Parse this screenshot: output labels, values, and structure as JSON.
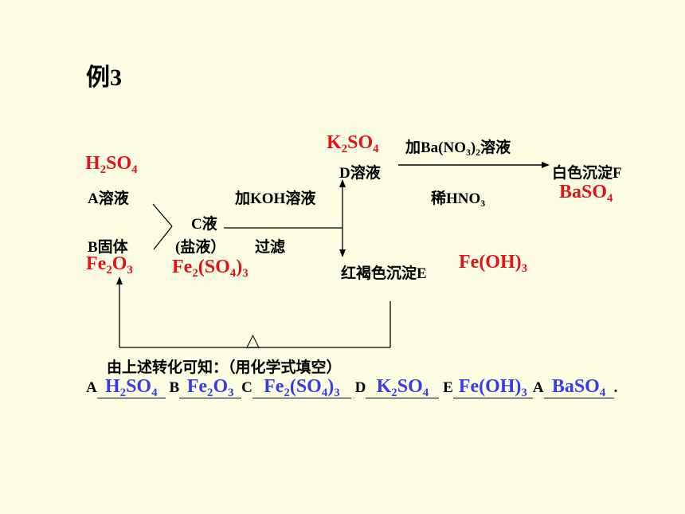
{
  "title": "例3",
  "labels": {
    "a_solution": "A溶液",
    "b_solid": "B固体",
    "c_liquid": "C液",
    "c_salt": "(盐液）",
    "filter": "过滤",
    "add_koh": "加KOH溶液",
    "d_solution": "D溶液",
    "add_reagent_pre": "加Ba(NO",
    "add_reagent_sub": "3",
    "add_reagent_mid": ")",
    "add_reagent_sub2": "2",
    "add_reagent_post": "溶液",
    "dilute_pre": "稀HNO",
    "dilute_sub": "3",
    "white_ppt": "白色沉淀F",
    "red_brown_ppt": "红褐色沉淀E",
    "heat_symbol": "△"
  },
  "red_formulas": {
    "h2so4": {
      "p1": "H",
      "s1": "2",
      "p2": "SO",
      "s2": "4"
    },
    "fe2o3": {
      "p1": "Fe",
      "s1": "2",
      "p2": "O",
      "s2": "3"
    },
    "fe2so43": {
      "p1": "Fe",
      "s1": "2",
      "p2": "(SO",
      "s2": "4",
      "p3": ")",
      "s3": "3"
    },
    "k2so4": {
      "p1": "K",
      "s1": "2",
      "p2": "SO",
      "s2": "4"
    },
    "baso4": {
      "p1": "BaSO",
      "s1": "4"
    },
    "feoh3": {
      "p1": "Fe(OH)",
      "s1": "3"
    }
  },
  "conclusion": "由上述转化可知：（用化学式填空）",
  "answers": {
    "a_label": "A",
    "b_label": "B",
    "c_label": "C",
    "d_label": "D",
    "e_label": "E",
    "f_label": "A",
    "end": ".",
    "a": {
      "p1": "H",
      "s1": "2",
      "p2": "SO",
      "s2": "4"
    },
    "b": {
      "p1": "Fe",
      "s1": "2",
      "p2": "O",
      "s2": "3"
    },
    "c": {
      "p1": "Fe",
      "s1": "2",
      "p2": "(SO",
      "s2": "4",
      "p3": ")",
      "s3": "3"
    },
    "d": {
      "p1": "K",
      "s1": "2",
      "p2": "SO",
      "s2": "4"
    },
    "e": {
      "p1": "Fe(OH)",
      "s1": "3"
    },
    "f": {
      "p1": "BaSO",
      "s1": "4"
    }
  }
}
